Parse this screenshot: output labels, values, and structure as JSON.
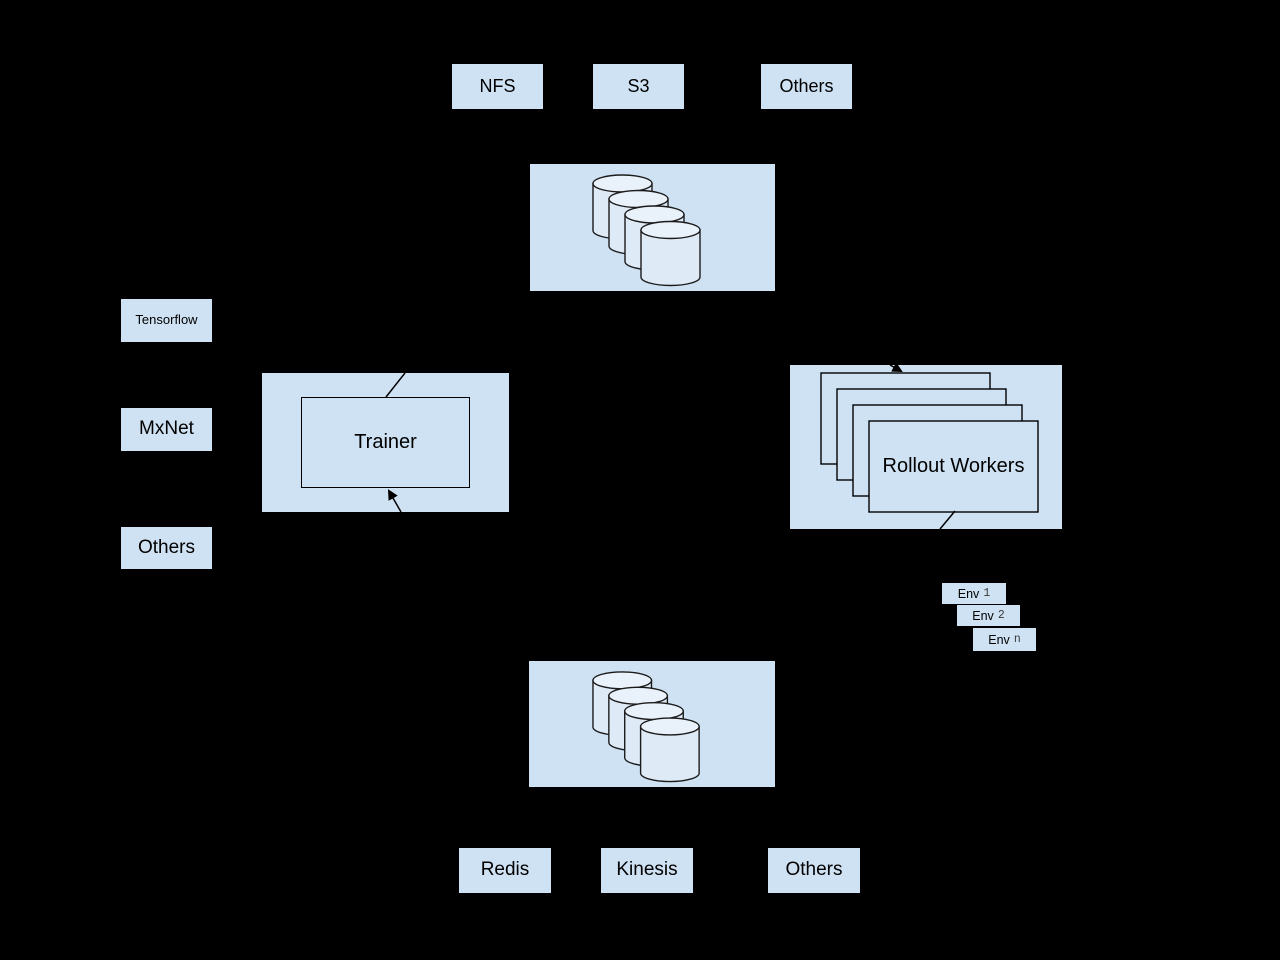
{
  "colors": {
    "background": "#000000",
    "box_fill": "#cfe2f3",
    "cylinder_body": "#dfeaf7",
    "cylinder_top": "#e9f1fa",
    "outline": "#000000"
  },
  "top_row": {
    "items": [
      {
        "label": "NFS"
      },
      {
        "label": "S3"
      },
      {
        "label": "Others"
      }
    ]
  },
  "model_storage": {
    "icon": "database-cylinders-icon",
    "cylinder_count": 4
  },
  "frameworks": {
    "items": [
      {
        "label": "Tensorflow"
      },
      {
        "label": "MxNet"
      },
      {
        "label": "Others"
      }
    ]
  },
  "trainer": {
    "label": "Trainer"
  },
  "rollout_workers": {
    "label": "Rollout Workers",
    "stacked_cards": 4
  },
  "environments": {
    "items": [
      {
        "prefix": "Env",
        "index": "1"
      },
      {
        "prefix": "Env",
        "index": "2"
      },
      {
        "prefix": "Env",
        "index": "n"
      }
    ]
  },
  "data_storage": {
    "icon": "database-cylinders-icon",
    "cylinder_count": 4
  },
  "bottom_row": {
    "items": [
      {
        "label": "Redis"
      },
      {
        "label": "Kinesis"
      },
      {
        "label": "Others"
      }
    ]
  }
}
